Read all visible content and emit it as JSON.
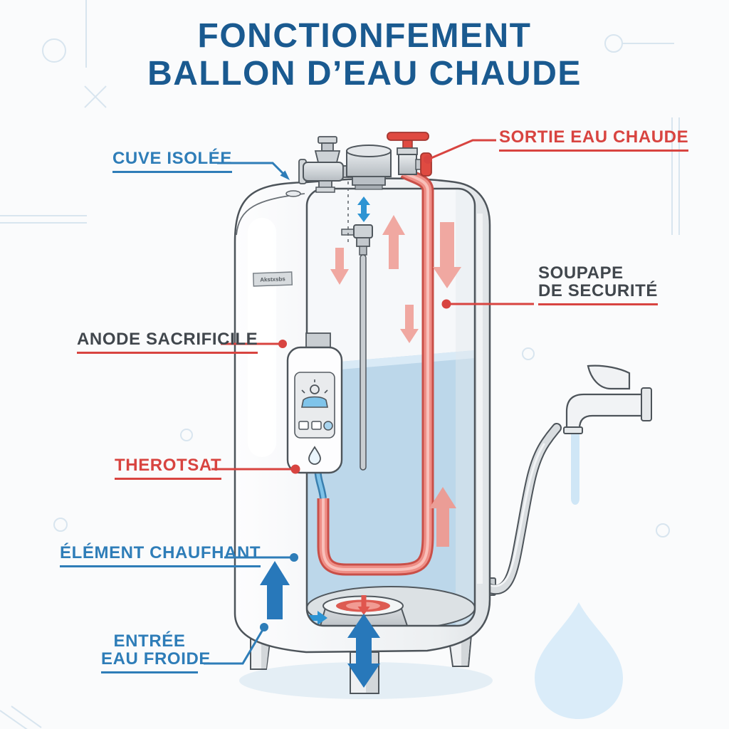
{
  "title": {
    "line1": "FONCTIONFEMENT",
    "line2": "BALLON D’EAU CHAUDE"
  },
  "labels": {
    "cuve_isolee": {
      "text": "CUVE ISOLÉE"
    },
    "sortie_eau_chaude": {
      "text": "SORTIE EAU CHAUDE"
    },
    "soupape_securite": {
      "line1": "SOUPAPE",
      "line2": "DE SECURITÉ"
    },
    "anode_sacrificile": {
      "text": "ANODE SACRIFICILE"
    },
    "therotsat": {
      "text": "THEROTSAT"
    },
    "element_chaufhant": {
      "text": "ÉLÉMENT CHAUFHANT"
    },
    "entree_eau_froide": {
      "line1": "ENTRÉE",
      "line2": "EAU FROIDE"
    }
  },
  "tank": {
    "plate_text": "Akstxsbs"
  },
  "colors": {
    "title_blue": "#1a5a90",
    "label_blue": "#2e7db8",
    "label_red": "#d84440",
    "label_dark": "#41474d",
    "water_blue": "#bcd7ea",
    "pipe_red": "#ef8f87",
    "arrow_blue": "#2878ba",
    "arrow_salmon": "#f0a8a1",
    "background": "#fafbfc"
  }
}
